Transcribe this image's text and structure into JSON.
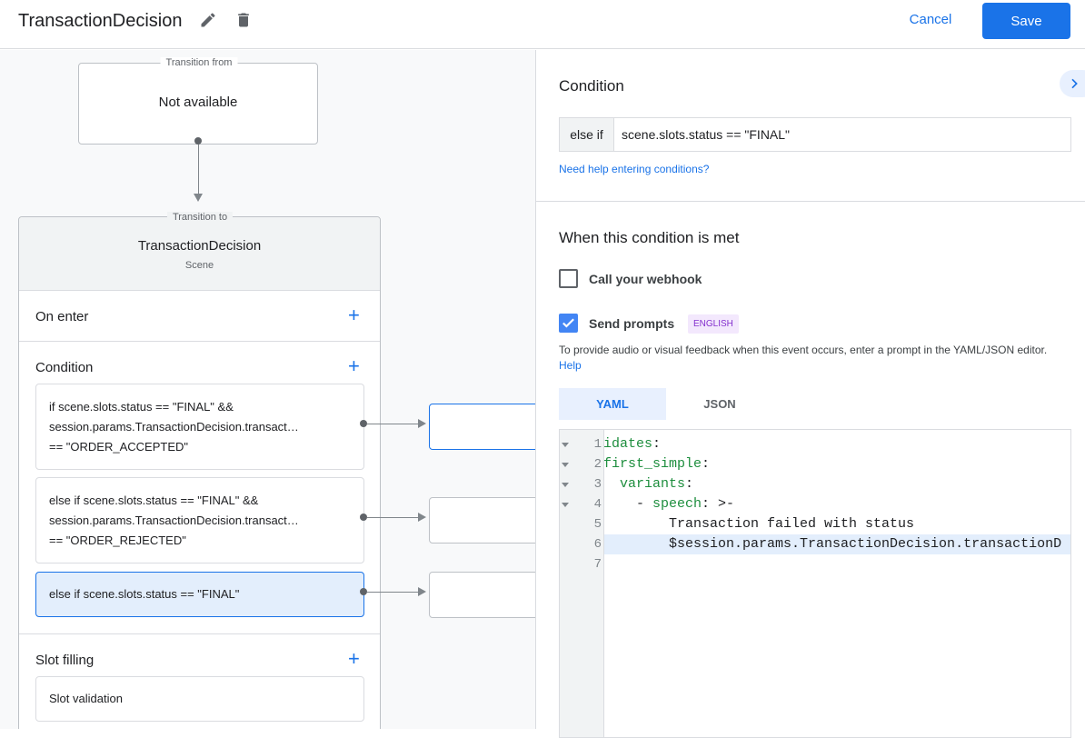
{
  "header": {
    "title": "TransactionDecision",
    "cancel": "Cancel",
    "save": "Save"
  },
  "canvas": {
    "from": {
      "legend": "Transition from",
      "value": "Not available"
    },
    "to": {
      "legend": "Transition to",
      "scene_name": "TransactionDecision",
      "scene_type": "Scene"
    },
    "on_enter": "On enter",
    "condition": "Condition",
    "conditions": [
      {
        "line1": "if scene.slots.status == \"FINAL\" &&",
        "line2": "session.params.TransactionDecision.transact…",
        "line3": "== \"ORDER_ACCEPTED\""
      },
      {
        "line1": "else if scene.slots.status == \"FINAL\" &&",
        "line2": "session.params.TransactionDecision.transact…",
        "line3": "== \"ORDER_REJECTED\""
      },
      {
        "line1": "else if scene.slots.status == \"FINAL\""
      }
    ],
    "slot_filling": "Slot filling",
    "slot_validation": "Slot validation"
  },
  "panel": {
    "condition_title": "Condition",
    "prefix": "else if",
    "condition_value": "scene.slots.status == \"FINAL\"",
    "help_link": "Need help entering conditions?",
    "met_title": "When this condition is met",
    "webhook": {
      "label": "Call your webhook",
      "checked": false
    },
    "prompts": {
      "label": "Send prompts",
      "checked": true,
      "badge": "ENGLISH"
    },
    "hint": "To provide audio or visual feedback when this event occurs, enter a prompt in the YAML/JSON editor.",
    "hint_link": "Help",
    "tabs": [
      {
        "label": "YAML",
        "active": true
      },
      {
        "label": "JSON",
        "active": false
      }
    ],
    "code": [
      {
        "n": "1",
        "fold": true,
        "key": "idates",
        "rest": ":"
      },
      {
        "n": "2",
        "fold": true,
        "key": "first_simple",
        "rest": ":"
      },
      {
        "n": "3",
        "fold": true,
        "indent": "  ",
        "key": "variants",
        "rest": ":"
      },
      {
        "n": "4",
        "fold": true,
        "indent": "    - ",
        "key": "speech",
        "rest": ": >-"
      },
      {
        "n": "5",
        "text": "        Transaction failed with status"
      },
      {
        "n": "6",
        "text": "        $session.params.TransactionDecision.transactionD",
        "highlight": true
      },
      {
        "n": "7",
        "text": ""
      }
    ]
  },
  "colors": {
    "accent": "#1a73e8",
    "yaml_key": "#1e8e3e",
    "selected": "#e3eefc"
  }
}
